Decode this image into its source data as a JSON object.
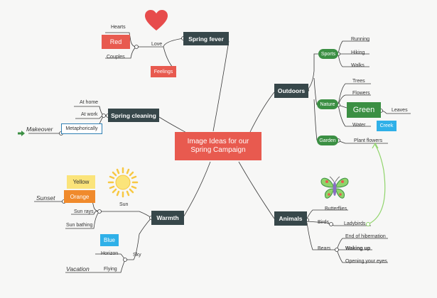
{
  "central": {
    "line1": "Image Ideas for our",
    "line2": "Spring Campaign"
  },
  "branches": {
    "spring_fever": "Spring fever",
    "spring_cleaning": "Spring cleaning",
    "warmth": "Warmth",
    "outdoors": "Outdoors",
    "animals": "Animals"
  },
  "spring_fever": {
    "love": "Love",
    "hearts": "Hearts",
    "red": "Red",
    "couples": "Couples",
    "feelings": "Feelings"
  },
  "spring_cleaning": {
    "at_home": "At home",
    "at_work": "At work",
    "metaphorically": "Metaphorically",
    "makeover": "Makeover"
  },
  "warmth": {
    "sun": "Sun",
    "yellow": "Yellow",
    "orange": "Orange",
    "sunset": "Sunset",
    "sun_rays": "Sun rays",
    "sun_bathing": "Sun bathing",
    "sky": "Sky",
    "blue": "Blue",
    "horizon": "Horizon",
    "flying": "Flying",
    "vacation": "Vacation"
  },
  "outdoors": {
    "sports": "Sports",
    "running": "Running",
    "hiking": "Hiking",
    "walks": "Walks",
    "nature": "Nature",
    "trees": "Trees",
    "flowers": "Flowers",
    "green": "Green",
    "leaves": "Leaves",
    "water": "Water",
    "creek": "Creek",
    "garden": "Garden",
    "plant_flowers": "Plant flowers"
  },
  "animals": {
    "butterflies": "Butterflies",
    "birds": "Birds",
    "ladybirds": "Ladybirds",
    "bears": "Bears",
    "end_of_hibernation": "End of hibernation",
    "waking_up": "Waking up",
    "opening_eyes": "Opening your eyes"
  },
  "icons": [
    "heart-icon",
    "sun-icon",
    "butterfly-icon",
    "arrow-right-icon"
  ],
  "colors": {
    "branch": "#37474a",
    "central": "#e85a4f",
    "red": "#e85a4f",
    "yellow": "#fbe47a",
    "orange": "#f08a2c",
    "blue": "#2fb0e8",
    "green": "#3b8f43",
    "creek": "#2fb0e8",
    "link": "#8fd46a"
  }
}
